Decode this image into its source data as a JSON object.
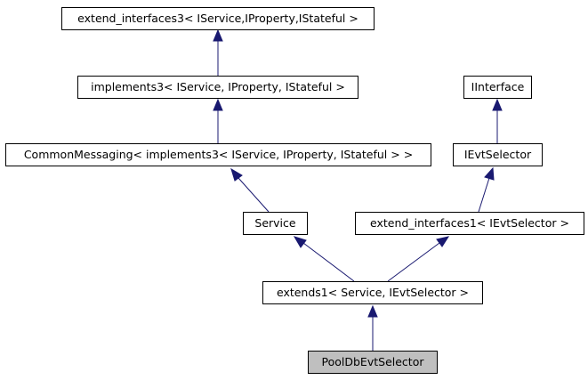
{
  "nodes": {
    "extend_interfaces3": "extend_interfaces3< IService,IProperty,IStateful >",
    "implements3": "implements3< IService, IProperty, IStateful >",
    "common_messaging": "CommonMessaging< implements3< IService, IProperty, IStateful > >",
    "iinterface": "IInterface",
    "ievtselector": "IEvtSelector",
    "service": "Service",
    "extend_interfaces1": "extend_interfaces1< IEvtSelector >",
    "extends1": "extends1< Service, IEvtSelector >",
    "pooldbevtselector": "PoolDbEvtSelector"
  },
  "colors": {
    "edge": "#191970",
    "node_border": "#000000",
    "highlight_fill": "#bfbfbf"
  }
}
